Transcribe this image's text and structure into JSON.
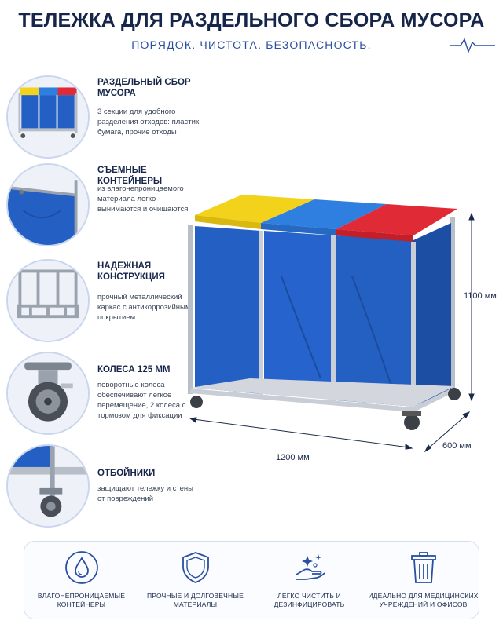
{
  "header": {
    "title": "ТЕЛЕЖКА ДЛЯ РАЗДЕЛЬНОГО СБОРА МУСОРА",
    "subtitle": "ПОРЯДОК. ЧИСТОТА. БЕЗОПАСНОСТЬ."
  },
  "features": [
    {
      "title": "РАЗДЕЛЬНЫЙ СБОР МУСОРА",
      "desc": "3 секции для удобного разделения отходов: пластик, бумага, прочие отходы",
      "icon": "three-bins-icon"
    },
    {
      "title": "СЪЕМНЫЕ КОНТЕЙНЕРЫ",
      "desc": "из влагонепроницаемого материала легко вынимаются и очищаются",
      "icon": "bag-icon"
    },
    {
      "title": "НАДЕЖНАЯ КОНСТРУКЦИЯ",
      "desc": "прочный металлический каркас с антикоррозийным покрытием",
      "icon": "frame-icon"
    },
    {
      "title": "КОЛЕСА 125 ММ",
      "desc": "поворотные колеса обеспечивают легкое перемещение, 2 колеса с тормозом для фиксации",
      "icon": "wheel-icon"
    },
    {
      "title": "ОТБОЙНИКИ",
      "desc": "защищают тележку и стены от повреждений",
      "icon": "bumper-icon"
    }
  ],
  "dimensions": {
    "height": "1100 мм",
    "depth": "600 мм",
    "width": "1200 мм"
  },
  "colors": {
    "yellow_lid": "#f2d21b",
    "blue_lid": "#2f7fe0",
    "red_lid": "#e02a36",
    "bag": "#2460c4",
    "frame": "#c9ced6",
    "accent": "#2a4fa0"
  },
  "badges": [
    {
      "label": "ВЛАГОНЕПРОНИЦАЕМЫЕ КОНТЕЙНЕРЫ",
      "icon": "water-drop-icon"
    },
    {
      "label": "ПРОЧНЫЕ И ДОЛГОВЕЧНЫЕ МАТЕРИАЛЫ",
      "icon": "shield-icon"
    },
    {
      "label": "ЛЕГКО ЧИСТИТЬ И ДЕЗИНФИЦИРОВАТЬ",
      "icon": "cleaning-hand-icon"
    },
    {
      "label": "ИДЕАЛЬНО ДЛЯ МЕДИЦИНСКИХ УЧРЕЖДЕНИЙ И ОФИСОВ",
      "icon": "trash-can-icon"
    }
  ]
}
